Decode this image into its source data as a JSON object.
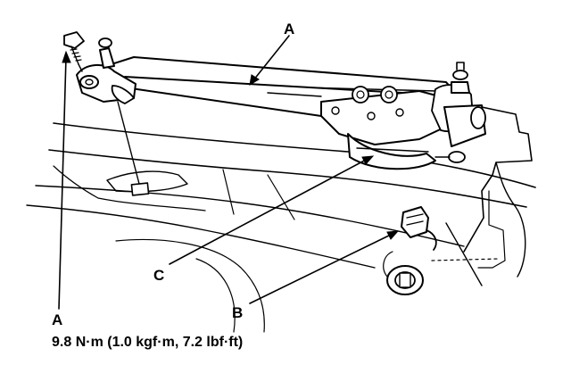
{
  "callouts": {
    "a_top": "A",
    "a_bottom": "A",
    "b": "B",
    "c": "C"
  },
  "torque_spec": "9.8 N·m (1.0 kgf·m, 7.2 lbf·ft)",
  "colors": {
    "ink": "#000000",
    "paper": "#ffffff"
  }
}
